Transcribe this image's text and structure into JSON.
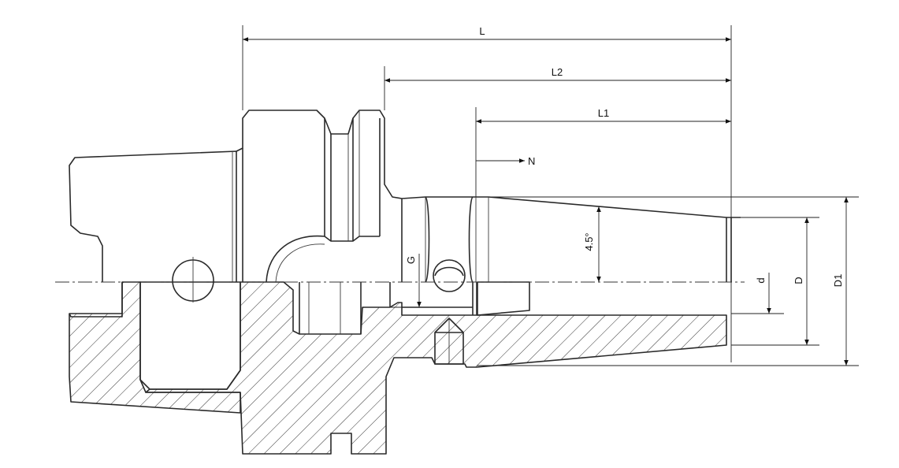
{
  "drawing": {
    "dimensions": {
      "L": "L",
      "L2": "L2",
      "L1": "L1",
      "N": "N",
      "G": "G",
      "angle": "4.5°",
      "d": "d",
      "D": "D",
      "D1": "D1"
    },
    "colors": {
      "line": "#2a2a2a",
      "background": "#ffffff"
    }
  }
}
